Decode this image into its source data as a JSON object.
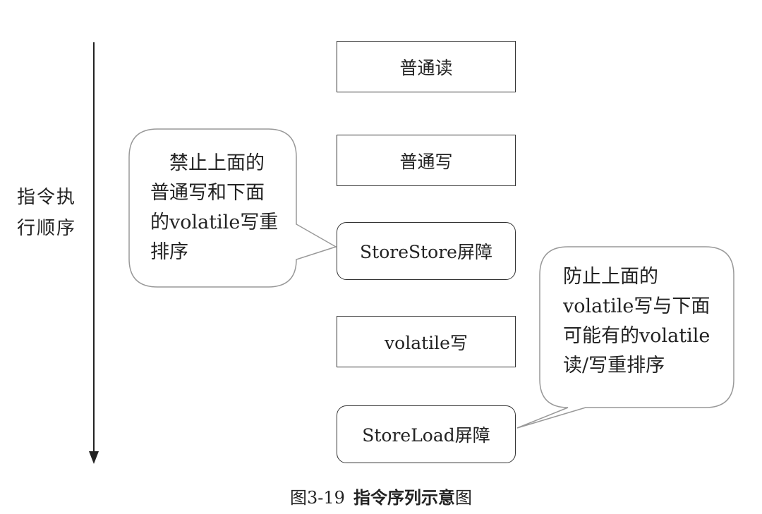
{
  "axis": {
    "label": "指令执\n行顺序"
  },
  "steps": [
    {
      "label": "普通读"
    },
    {
      "label": "普通写"
    },
    {
      "label": "StoreStore屏障"
    },
    {
      "label": "volatile写"
    },
    {
      "label": "StoreLoad屏障"
    }
  ],
  "callouts": {
    "storestore": "　禁止上面的\n普通写和下面\n的volatile写重\n排序",
    "storeload": "防止上面的\nvolatile写与下面\n可能有的volatile\n读/写重排序"
  },
  "caption": {
    "figure_number": "图3-19",
    "title": "指令序列示意",
    "suffix": "图"
  }
}
